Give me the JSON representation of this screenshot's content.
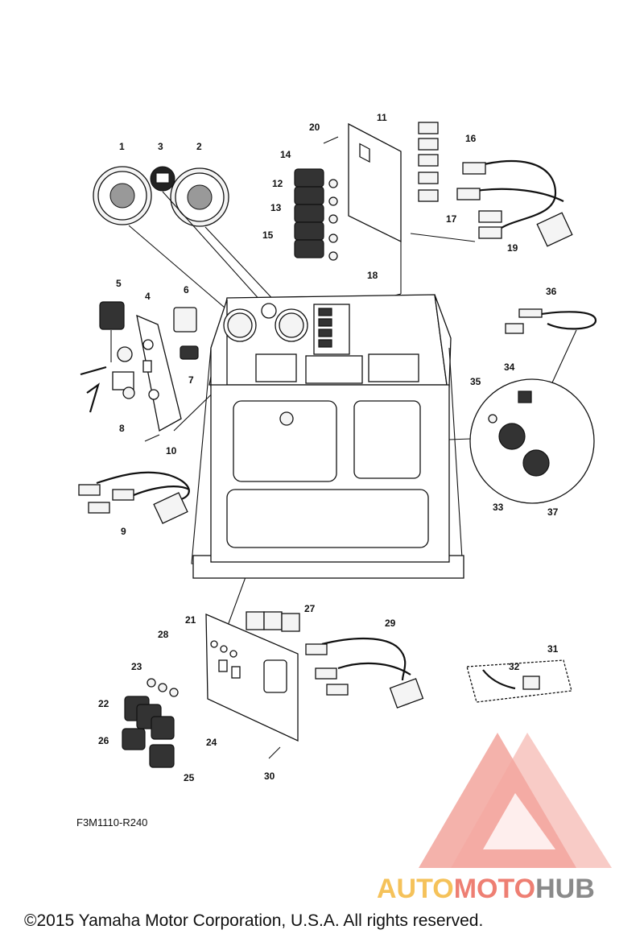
{
  "diagram": {
    "reference_code": "F3M1110-R240",
    "copyright": "©2015 Yamaha Motor Corporation, U.S.A. All rights reserved.",
    "watermark": {
      "brand_part1": "AUTO",
      "brand_part2": "MOTO",
      "brand_part3": "HUB",
      "colors": {
        "auto": "#f5c25a",
        "moto": "#ee7f73",
        "hub": "#8a8a8a",
        "logo": "#ee7f73"
      }
    },
    "callouts": {
      "c1": "1",
      "c2": "2",
      "c3": "3",
      "c4": "4",
      "c5": "5",
      "c6": "6",
      "c7": "7",
      "c8": "8",
      "c9": "9",
      "c10": "10",
      "c11": "11",
      "c12": "12",
      "c13": "13",
      "c14": "14",
      "c15": "15",
      "c16": "16",
      "c17": "17",
      "c18": "18",
      "c19": "19",
      "c20": "20",
      "c21": "21",
      "c22": "22",
      "c23": "23",
      "c24": "24",
      "c25": "25",
      "c26": "26",
      "c27": "27",
      "c28": "28",
      "c29": "29",
      "c30": "30",
      "c31": "31",
      "c32": "32",
      "c33": "33",
      "c34": "34",
      "c35": "35",
      "c36": "36",
      "c37": "37"
    }
  }
}
